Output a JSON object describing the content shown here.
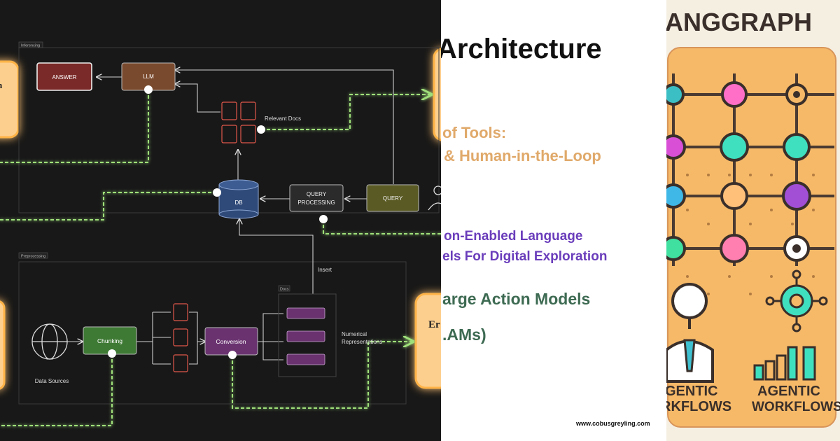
{
  "diagram": {
    "frames": {
      "inferencing": "Inferencing",
      "preprocessing": "Preprocessing",
      "docs": "Docs"
    },
    "nodes": {
      "answer": "ANSWER",
      "llm": "LLM",
      "db": "DB",
      "query_processing_1": "QUERY",
      "query_processing_2": "PROCESSING",
      "query": "QUERY",
      "chunking": "Chunking",
      "conversion": "Conversion"
    },
    "labels": {
      "relevant_docs": "Relevant Docs",
      "insert": "Insert",
      "numerical_1": "Numerical",
      "numerical_2": "Representations",
      "data_sources": "Data Sources"
    },
    "side_boxes": {
      "left_top": "n",
      "right_bottom": "Er"
    }
  },
  "slide": {
    "title": "Architecture",
    "line1": "of Tools:",
    "line2": "& Human-in-the-Loop",
    "line3": "on-Enabled Language",
    "line4": "els For Digital Exploration",
    "line5": "arge Action Models",
    "line6": ".AMs)",
    "footer": "www.cobusgreyling.com"
  },
  "poster": {
    "title": "ANGGRAPH",
    "caption_left_1": "GENTIC",
    "caption_left_2": "RKFLOWS",
    "caption_right_1": "AGENTIC",
    "caption_right_2": "WORKFLOWS"
  },
  "colors": {
    "orange_glow": "#ffb347",
    "dashed_green": "#9fe07a",
    "answer_fill": "#7a2a28",
    "llm_fill": "#7a4a2e",
    "db_fill": "#2f4a78",
    "query_fill": "#5a5a24",
    "chunking_fill": "#3f7a35",
    "conversion_fill": "#6a3370",
    "tan_text": "#e0a96a",
    "purple_text": "#6a3dbb",
    "green_text": "#3d6a52",
    "poster_bg": "#f6b968"
  }
}
